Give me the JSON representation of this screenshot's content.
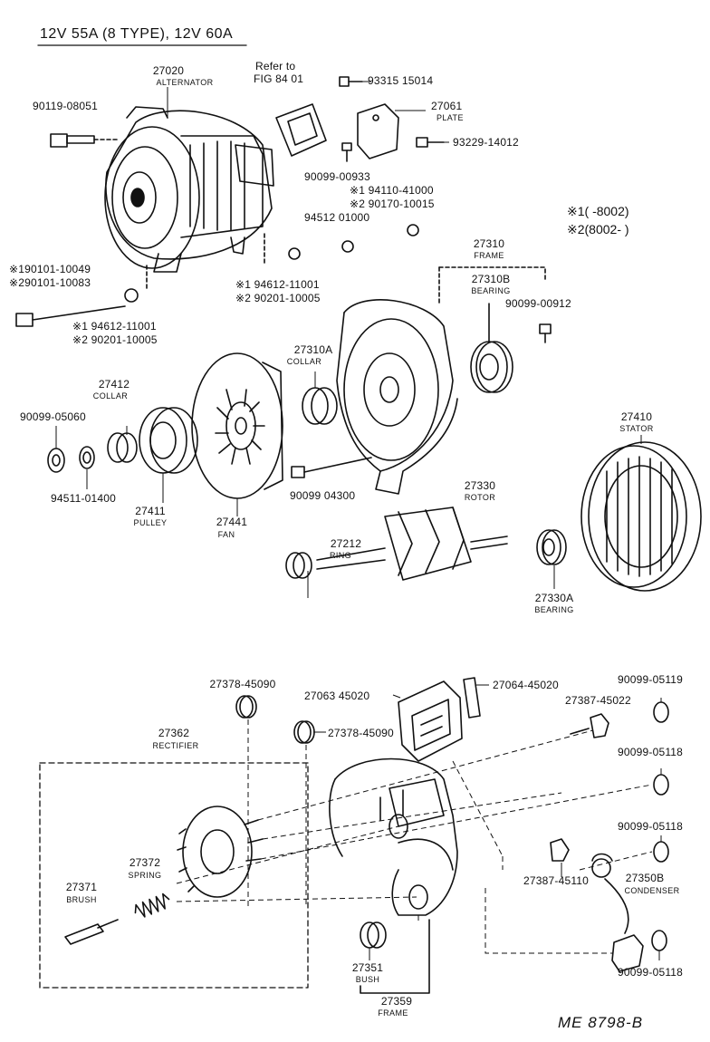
{
  "header": {
    "title": "12V 55A (8 TYPE), 12V 60A"
  },
  "notes": {
    "line1": "※1(          -8002)",
    "line2": "※2(8002-          )"
  },
  "footer": {
    "code": "ME 8798-B"
  },
  "labels": {
    "alt_num": "27020",
    "alt_name": "ALTERNATOR",
    "refer_1": "Refer to",
    "refer_2": "FIG 84  01",
    "p93315": "93315 15014",
    "plate_num": "27061",
    "plate_name": "PLATE",
    "p93229": "93229-14012",
    "p90119": "90119-08051",
    "p90099_00933": "90099-00933",
    "p94110": "※1 94110-41000",
    "p90170": "※2 90170-10015",
    "p94512": "94512 01000",
    "p190101": "※190101-10049",
    "p290101": "※290101-10083",
    "p194612a": "※1 94612-11001",
    "p290201a": "※2 90201-10005",
    "p194612b": "※1 94612-11001",
    "p290201b": "※2 90201-10005",
    "frame_num": "27310",
    "frame_name": "FRAME",
    "bearing_num": "27310B",
    "bearing_name": "BEARING",
    "p90099_00912": "90099-00912",
    "collar_a_num": "27310A",
    "collar_a_name": "COLLAR",
    "collar_num": "27412",
    "collar_name": "COLLAR",
    "p90099_05060": "90099-05060",
    "p94511": "94511-01400",
    "pulley_num": "27411",
    "pulley_name": "PULLEY",
    "fan_num": "27441",
    "fan_name": "FAN",
    "p90099_04300": "90099 04300",
    "stator_num": "27410",
    "stator_name": "STATOR",
    "rotor_num": "27330",
    "rotor_name": "ROTOR",
    "ring_num": "27212",
    "ring_name": "RING",
    "bearing2_num": "27330A",
    "bearing2_name": "BEARING",
    "p27378a": "27378-45090",
    "p27063": "27063 45020",
    "p27064": "27064-45020",
    "p90099_05119": "90099-05119",
    "p27387a": "27387-45022",
    "rect_num": "27362",
    "rect_name": "RECTIFIER",
    "p27378b": "27378-45090",
    "p90099_05118a": "90099-05118",
    "p90099_05118b": "90099-05118",
    "spring_num": "27372",
    "spring_name": "SPRING",
    "brush_num": "27371",
    "brush_name": "BRUSH",
    "p27387b": "27387-45110",
    "cond_num": "27350B",
    "cond_name": "CONDENSER",
    "p90099_05118c": "90099-05118",
    "bush_num": "27351",
    "bush_name": "BUSH",
    "frame2_num": "27359",
    "frame2_name": "FRAME"
  }
}
